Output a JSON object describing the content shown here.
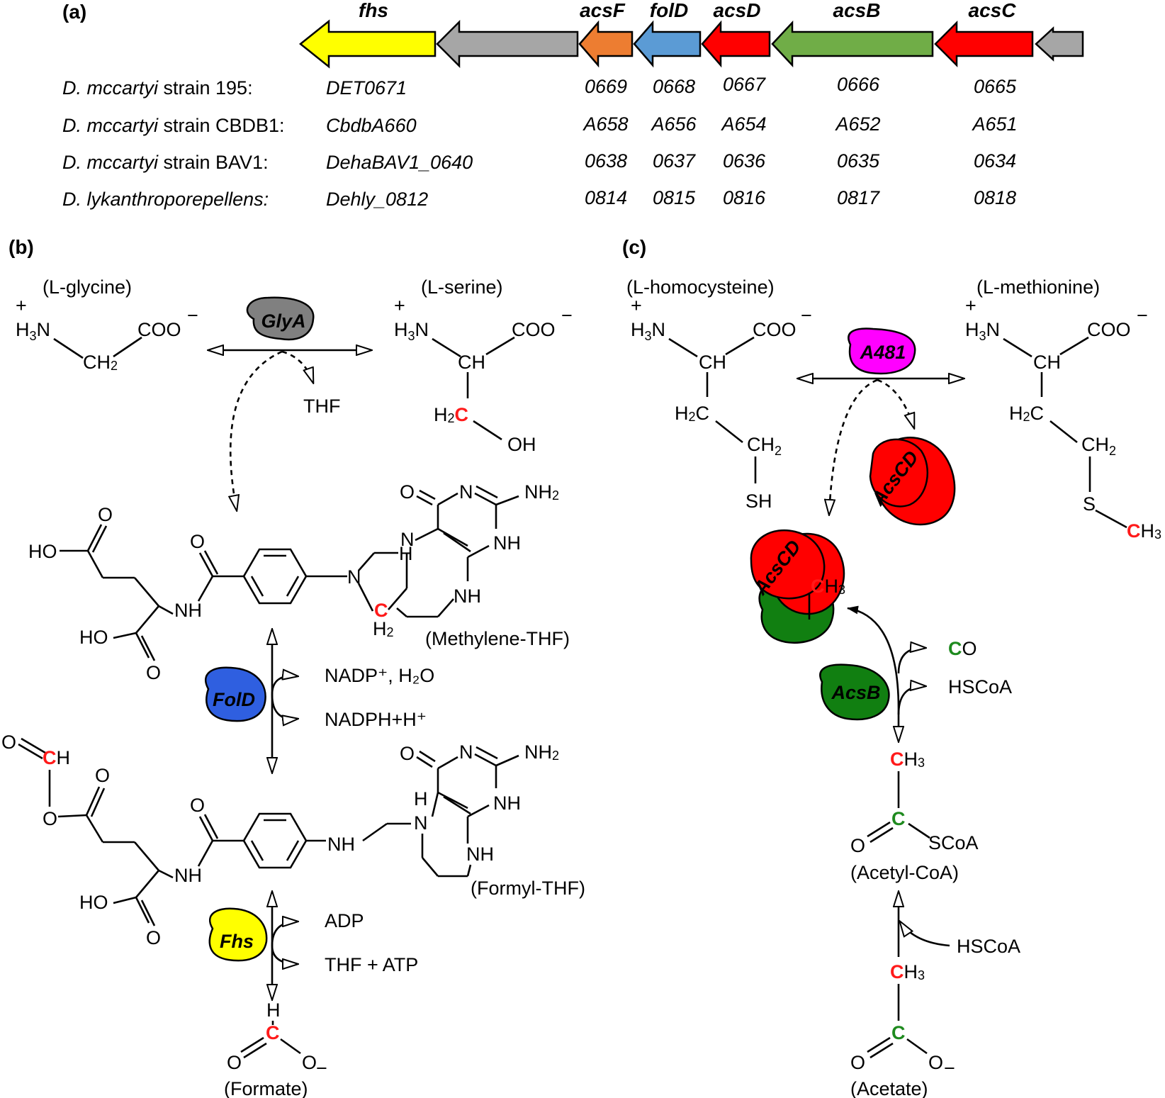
{
  "panels": {
    "a": "(a)",
    "b": "(b)",
    "c": "(c)"
  },
  "genes": [
    {
      "name": "fhs",
      "color": "#ffff00"
    },
    {
      "name": "",
      "color": "#a6a6a6"
    },
    {
      "name": "acsF",
      "color": "#ed7d31"
    },
    {
      "name": "folD",
      "color": "#5b9bd5"
    },
    {
      "name": "acsD",
      "color": "#ff0000"
    },
    {
      "name": "acsB",
      "color": "#70ad47"
    },
    {
      "name": "acsC",
      "color": "#ff0000"
    },
    {
      "name": "",
      "color": "#a6a6a6"
    }
  ],
  "strains": [
    {
      "genus": "D. mccartyi",
      "rest": " strain 195:",
      "first": "DET0671",
      "loci": [
        "0669",
        "0668",
        "0667",
        "0666",
        "0665"
      ]
    },
    {
      "genus": "D. mccartyi",
      "rest": " strain CBDB1:",
      "first": "CbdbA660",
      "loci": [
        "A658",
        "A656",
        "A654",
        "A652",
        "A651"
      ]
    },
    {
      "genus": "D. mccartyi",
      "rest": " strain BAV1:",
      "first": "DehaBAV1_0640",
      "loci": [
        "0638",
        "0637",
        "0636",
        "0635",
        "0634"
      ]
    },
    {
      "genus": "D. lykanthroporepellens:",
      "rest": "",
      "first": "Dehly_0812",
      "loci": [
        "0814",
        "0815",
        "0816",
        "0817",
        "0818"
      ]
    }
  ],
  "enzymes": {
    "glya": {
      "label": "GlyA",
      "color": "#808080"
    },
    "fold": {
      "label": "FolD",
      "color": "#2f5fe0"
    },
    "fhs": {
      "label": "Fhs",
      "color": "#ffff00"
    },
    "a481": {
      "label": "A481",
      "color": "#ff00ff"
    },
    "acscd": {
      "label": "AcsCD",
      "color": "#ff0000"
    },
    "acsb": {
      "label": "AcsB",
      "color": "#117f11"
    }
  },
  "compounds": {
    "glycine": "(L-glycine)",
    "serine": "(L-serine)",
    "homocysteine": "(L-homocysteine)",
    "methionine": "(L-methionine)",
    "methylene_thf": "(Methylene-THF)",
    "formyl_thf": "(Formyl-THF)",
    "formate": "(Formate)",
    "acetyl_coa": "(Acetyl-CoA)",
    "acetate": "(Acetate)"
  },
  "side_products": {
    "thf": "THF",
    "nadp_h2o": "NADP⁺, H₂O",
    "nadph": "NADPH+H⁺",
    "adp": "ADP",
    "thf_atp": "THF + ATP",
    "co": "O",
    "co_c": "C",
    "hscoa": "HSCoA",
    "hscoa2": "HSCoA"
  },
  "atoms": {
    "h3n": "H",
    "n": "N",
    "coo": "COO",
    "minus": "−",
    "plus": "+",
    "ch": "CH",
    "ch2": "CH",
    "h2": "2",
    "c": "C",
    "oh": "OH",
    "o": "O",
    "nh": "NH",
    "n_atom": "N",
    "nh2": "NH",
    "ho": "HO",
    "h2c": "H",
    "sh": "SH",
    "s": "S",
    "h": "H",
    "h3": "H",
    "scoa": "SCoA"
  },
  "colors": {
    "labeled_carbon_red": "#ff1a1a",
    "labeled_carbon_green": "#1e8a1e"
  }
}
